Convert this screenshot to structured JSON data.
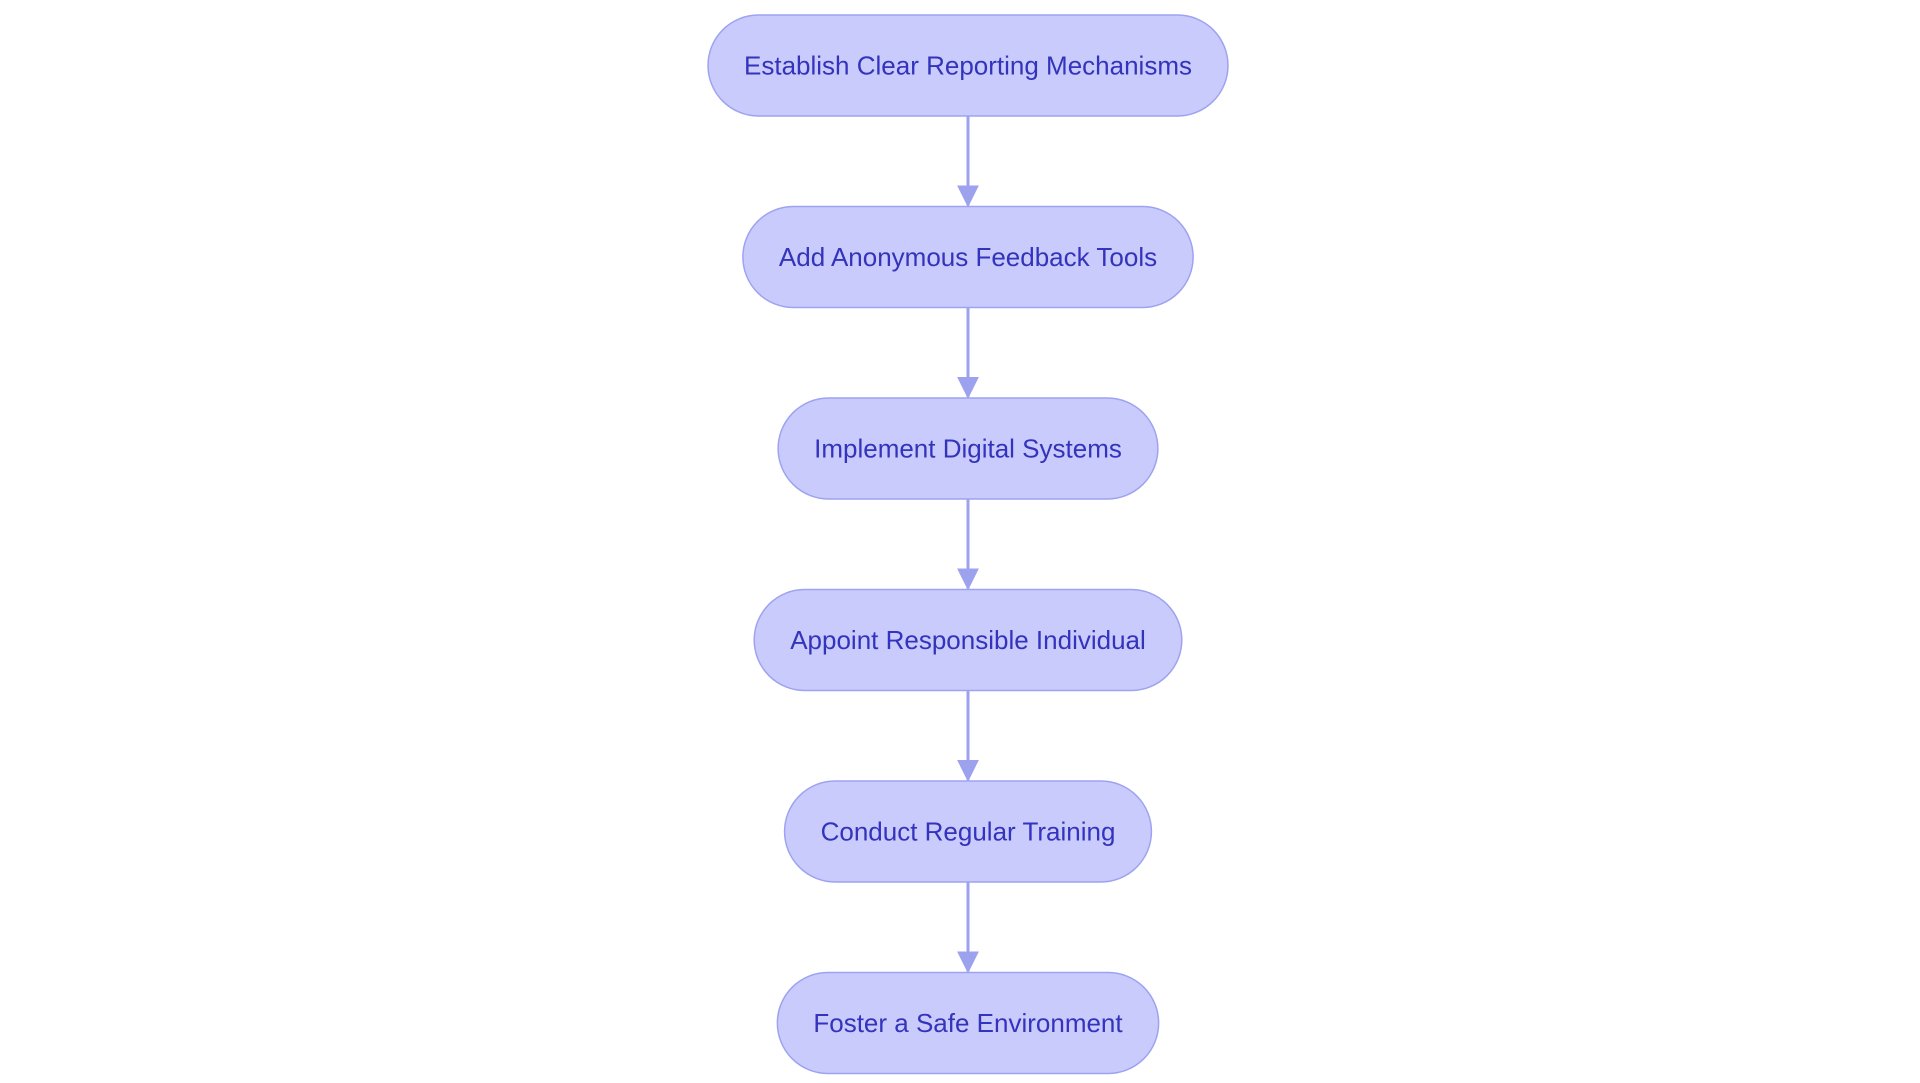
{
  "colors": {
    "node_fill": "#c9cbfd",
    "node_border": "#9ea3f0",
    "node_text": "#3333bb",
    "edge": "#9da2ee",
    "background": "#ffffff"
  },
  "flow": {
    "steps": [
      {
        "id": "step-establish",
        "label": "Establish Clear Reporting Mechanisms"
      },
      {
        "id": "step-anonymous",
        "label": "Add Anonymous Feedback Tools"
      },
      {
        "id": "step-digital",
        "label": "Implement Digital Systems"
      },
      {
        "id": "step-appoint",
        "label": "Appoint Responsible Individual"
      },
      {
        "id": "step-training",
        "label": "Conduct Regular Training"
      },
      {
        "id": "step-safe",
        "label": "Foster a Safe Environment"
      }
    ],
    "edges": [
      {
        "from": "step-establish",
        "to": "step-anonymous"
      },
      {
        "from": "step-anonymous",
        "to": "step-digital"
      },
      {
        "from": "step-digital",
        "to": "step-appoint"
      },
      {
        "from": "step-appoint",
        "to": "step-training"
      },
      {
        "from": "step-training",
        "to": "step-safe"
      }
    ]
  }
}
